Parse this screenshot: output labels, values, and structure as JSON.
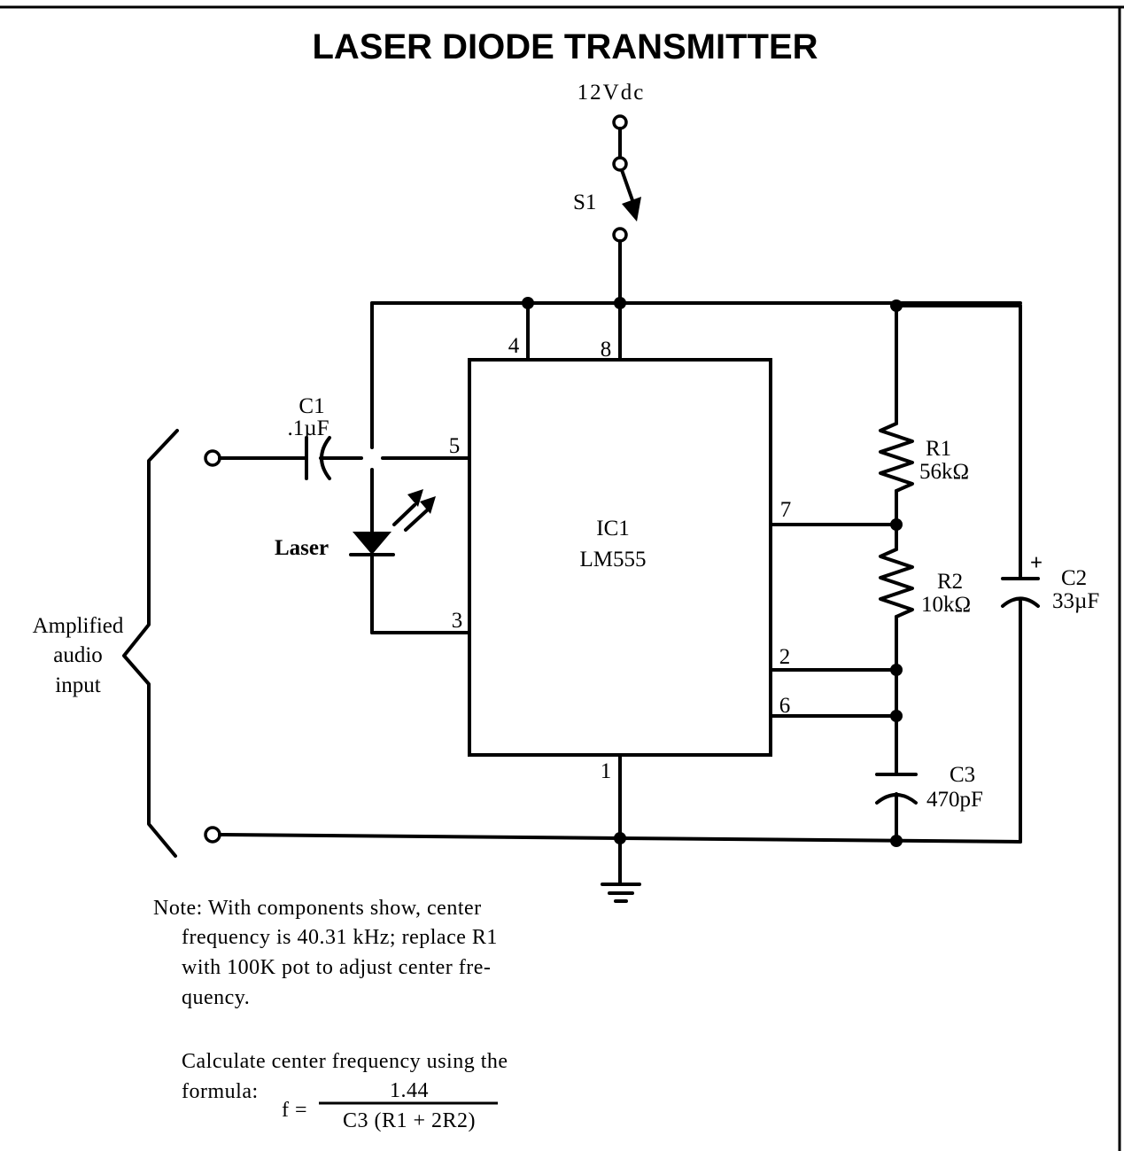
{
  "title": "LASER DIODE TRANSMITTER",
  "supply": {
    "label": "12Vdc"
  },
  "switch": {
    "label": "S1"
  },
  "ic": {
    "ref": "IC1",
    "part": "LM555",
    "pins": [
      "4",
      "8",
      "5",
      "3",
      "7",
      "2",
      "6",
      "1"
    ]
  },
  "components": {
    "c1": {
      "ref": "C1",
      "value": ".1µF"
    },
    "laser": {
      "label": "Laser"
    },
    "r1": {
      "ref": "R1",
      "value": "56kΩ"
    },
    "r2": {
      "ref": "R2",
      "value": "10kΩ"
    },
    "c2": {
      "ref": "C2",
      "value": "33µF",
      "polarity": "+"
    },
    "c3": {
      "ref": "C3",
      "value": "470pF"
    }
  },
  "input": {
    "lines": [
      "Amplified",
      "audio",
      "input"
    ]
  },
  "note": {
    "lines": [
      "Note:  With components show, center",
      "frequency is 40.31 kHz; replace R1",
      "with 100K pot to adjust center fre-",
      "quency."
    ],
    "formula_intro": [
      "Calculate center frequency using the",
      "formula:"
    ],
    "formula": {
      "lhs": "f =",
      "numerator": "1.44",
      "denominator": "C3 (R1 + 2R2)"
    }
  }
}
